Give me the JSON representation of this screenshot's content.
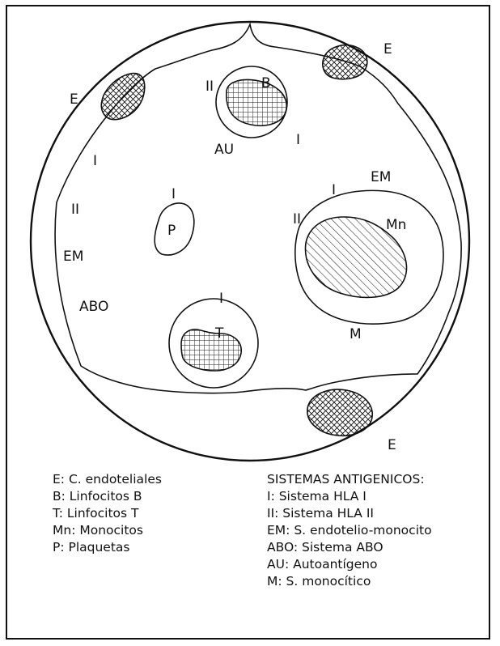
{
  "labels": {
    "e_left": "E",
    "e_top_right": "E",
    "e_bottom": "E",
    "i_left": "I",
    "ii_left": "II",
    "em_left": "EM",
    "abo_left": "ABO",
    "b_ii": "II",
    "b_cell": "B",
    "b_au": "AU",
    "b_i": "I",
    "p_i": "I",
    "p_cell": "P",
    "mn_i": "I",
    "mn_em": "EM",
    "mn_ii": "II",
    "mn_cell": "Mn",
    "mn_m": "M",
    "t_i": "I",
    "t_cell": "T"
  },
  "legend": {
    "cells": [
      "E: C. endoteliales",
      "B: Linfocitos B",
      "T: Linfocitos T",
      "Mn: Monocitos",
      "P: Plaquetas"
    ],
    "systems_title": "SISTEMAS ANTIGENICOS:",
    "systems": [
      "I: Sistema HLA I",
      "II: Sistema HLA II",
      "EM: S. endotelio-monocito",
      "ABO: Sistema ABO",
      "AU: Autoantígeno",
      "M: S. monocítico"
    ]
  }
}
